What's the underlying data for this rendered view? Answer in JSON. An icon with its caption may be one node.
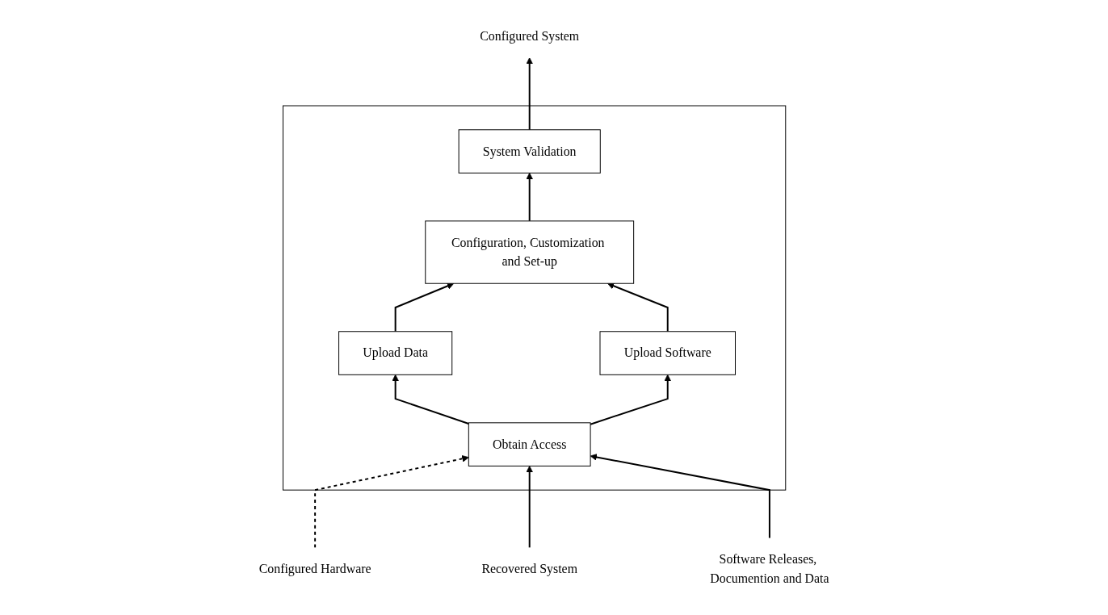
{
  "diagram": {
    "nodes": [
      {
        "text": [],
        "shape": "box"
      },
      {
        "text": [
          "Configuration, Customization and Set-up"
        ],
        "in": 0
      },
      {
        "text": [
          "System Validation"
        ],
        "in": 0
      },
      {
        "text": [
          "Upload Data"
        ],
        "in": 0
      },
      {
        "text": [
          "Upload Software"
        ],
        "in": 0
      },
      {
        "text": [
          "Obtain Access"
        ],
        "in": 0
      },
      {
        "text": [
          "Configured System"
        ]
      },
      {
        "text": [
          "Configured Hardware"
        ]
      },
      {
        "text": [
          "Recovered System"
        ]
      },
      {
        "text": [
          "Software Releases, Documention and Data"
        ]
      }
    ],
    "edges": [
      {
        "from": 1,
        "to": 2,
        "arrow": "to"
      },
      {
        "from": 2,
        "to": 6,
        "arrow": "to"
      },
      {
        "from": 3,
        "to": 1,
        "arrow": "to"
      },
      {
        "from": 4,
        "to": 1,
        "arrow": "to"
      },
      {
        "from": 5,
        "to": 3,
        "arrow": "to"
      },
      {
        "from": 5,
        "to": 4,
        "arrow": "to"
      },
      {
        "from": 7,
        "to": 5,
        "arrow": "to",
        "style": "dashed"
      },
      {
        "from": 8,
        "to": 5,
        "arrow": "to"
      },
      {
        "from": 9,
        "to": 5,
        "arrow": "to"
      }
    ]
  }
}
